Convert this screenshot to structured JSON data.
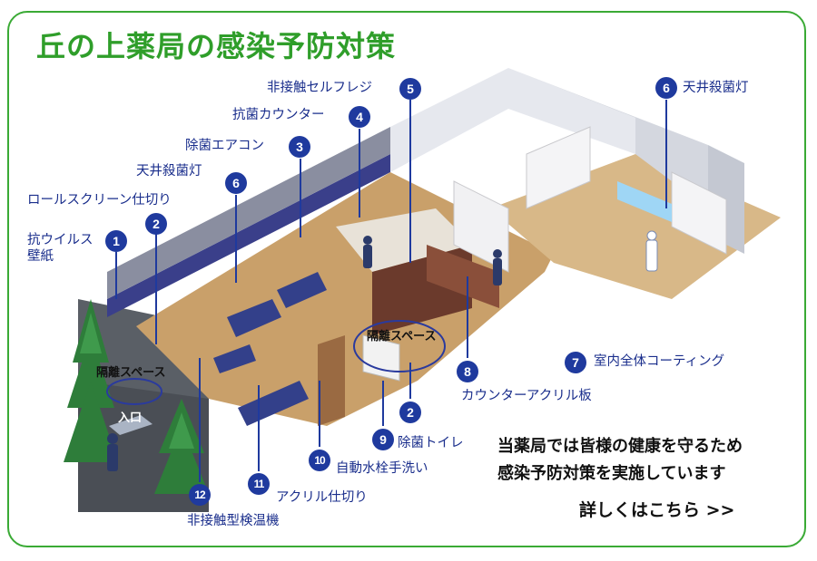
{
  "title": "丘の上薬局の感染予防対策",
  "callouts": [
    {
      "num": "1",
      "label": "抗ウイルス\n壁紙"
    },
    {
      "num": "2",
      "label": "ロールスクリーン仕切り"
    },
    {
      "num": "6",
      "label": "天井殺菌灯"
    },
    {
      "num": "3",
      "label": "除菌エアコン"
    },
    {
      "num": "4",
      "label": "抗菌カウンター"
    },
    {
      "num": "5",
      "label": "非接触セルフレジ"
    },
    {
      "num": "6",
      "label": "天井殺菌灯"
    },
    {
      "num": "7",
      "label": "室内全体コーティング"
    },
    {
      "num": "8",
      "label": "カウンターアクリル板"
    },
    {
      "num": "2",
      "label": ""
    },
    {
      "num": "9",
      "label": "除菌トイレ"
    },
    {
      "num": "10",
      "label": "自動水栓手洗い"
    },
    {
      "num": "11",
      "label": "アクリル仕切り"
    },
    {
      "num": "12",
      "label": "非接触型検温機"
    }
  ],
  "space_labels": [
    "隔離スペース",
    "隔離スペース"
  ],
  "entrance_label": "入口",
  "message": {
    "line1": "当薬局では皆様の健康を守るため",
    "line2": "感染予防対策を実施しています"
  },
  "more_link": "詳しくはこちら >>",
  "colors": {
    "border": "#3aaa35",
    "title": "#2f9e2a",
    "badge": "#1f3a9e",
    "label": "#1a2e8c"
  }
}
